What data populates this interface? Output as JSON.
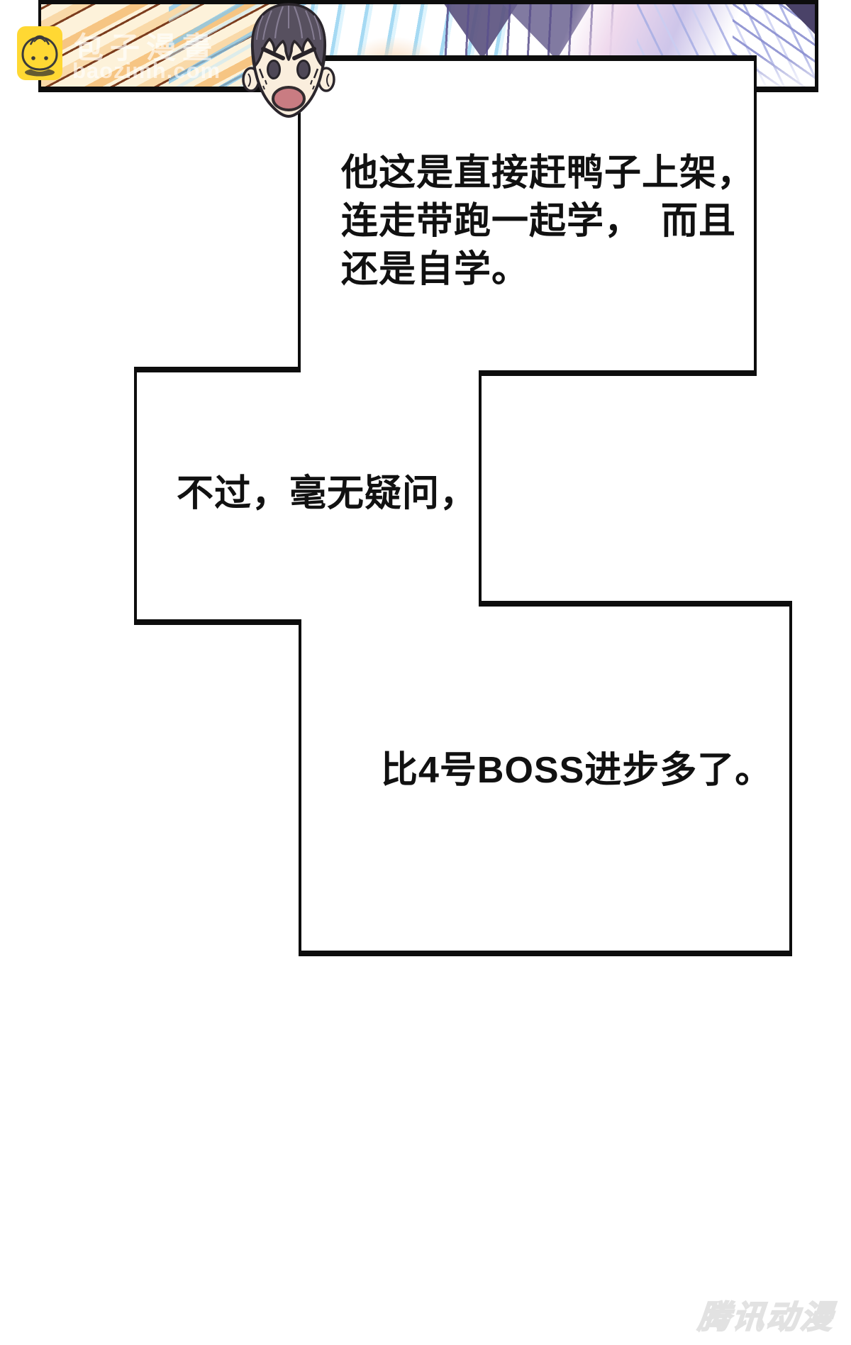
{
  "site_watermark": {
    "title": "包子漫畫",
    "url": "baozimh.com"
  },
  "bubbles": {
    "b1": {
      "text": "他这是直接赶鸭子上架，\n连走带跑一起学，　而且\n还是自学。"
    },
    "b2": {
      "text": "不过，毫无疑问，"
    },
    "b3": {
      "text": "比4号BOSS进步多了。"
    }
  },
  "footer": {
    "watermark": "腾讯动漫"
  },
  "icons": {
    "logo": "baozi-bun-icon",
    "character": "angry-chibi-man-face-icon"
  },
  "colors": {
    "logo_yellow": "#ffd833",
    "panel_border": "#0d0d0d",
    "dialogue_text": "#111111",
    "hair": "#57505f",
    "skin": "#faeedd",
    "mouth": "#c97c82",
    "streak_orange": "#f6c583",
    "streak_brown": "#7c3d1e",
    "streak_cyan": "#8fd0f0",
    "streak_purple": "#8b8fd0",
    "wedge_purple": "#5c5480",
    "publisher_gray": "#e2e2e2"
  }
}
